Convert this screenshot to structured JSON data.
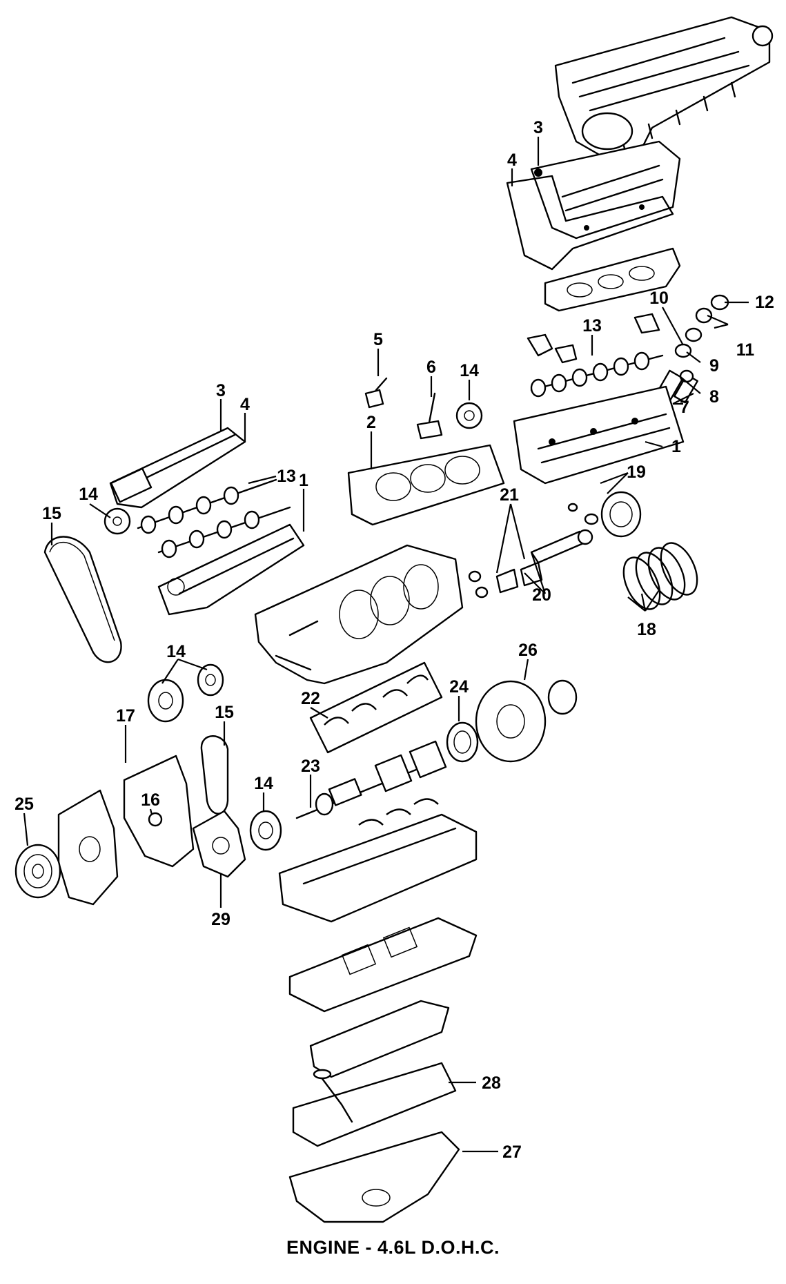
{
  "caption": "ENGINE - 4.6L D.O.H.C.",
  "callouts": [
    "3",
    "4",
    "12",
    "10",
    "11",
    "13",
    "9",
    "5",
    "6",
    "14",
    "8",
    "7",
    "1",
    "3",
    "4",
    "2",
    "13",
    "14",
    "1",
    "19",
    "15",
    "21",
    "20",
    "18",
    "14",
    "26",
    "15",
    "22",
    "24",
    "17",
    "23",
    "14",
    "16",
    "25",
    "29",
    "28",
    "27"
  ]
}
